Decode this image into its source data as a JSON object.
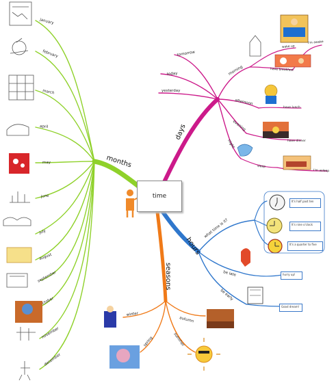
{
  "center": {
    "label": "time"
  },
  "branches": {
    "months": {
      "label": "months",
      "color": "#8fd12a",
      "items": [
        "january",
        "february",
        "march",
        "april",
        "may",
        "june",
        "july",
        "august",
        "september",
        "october",
        "november",
        "december"
      ]
    },
    "days": {
      "label": "days",
      "color": "#cc1a8a",
      "items": [
        "tomorrow",
        "today",
        "yesterday",
        "morning",
        "afternoon",
        "evening",
        "night"
      ],
      "leaves": [
        "wake up",
        "have breakfast",
        "I'm awake",
        "have lunch",
        "have dinner",
        "sleep",
        "I'm asleep"
      ]
    },
    "hours": {
      "label": "hours",
      "color": "#2f77cc",
      "items": [
        "what time is it?",
        "be late",
        "be early"
      ],
      "leaves": [
        "It's half past ten",
        "It's nine o'clock",
        "It's a quarter to five",
        "hurry up!",
        "Good dream!"
      ]
    },
    "seasons": {
      "label": "seasons",
      "color": "#f07a18",
      "items": [
        "winter",
        "autumn",
        "spring",
        "summer"
      ]
    }
  }
}
